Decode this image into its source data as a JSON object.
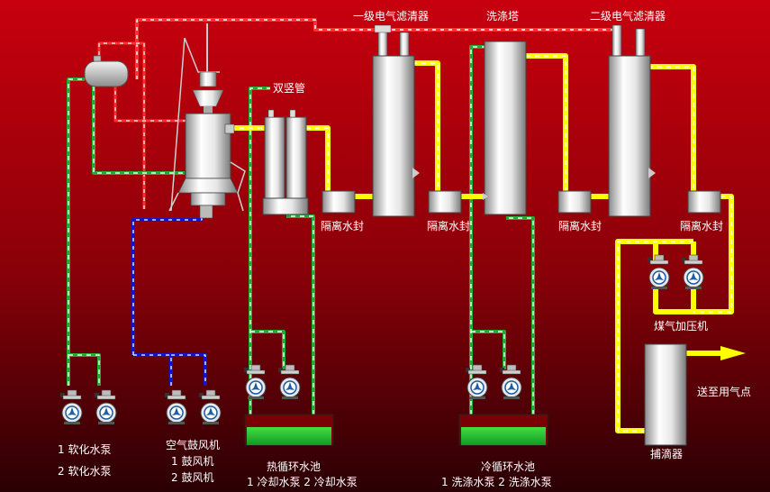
{
  "labels": {
    "primary_filter": "一级电气滤清器",
    "scrubber": "洗涤塔",
    "secondary_filter": "二级电气滤清器",
    "double_riser": "双竖管",
    "water_seal_1": "隔离水封",
    "water_seal_2": "隔离水封",
    "water_seal_3": "隔离水封",
    "water_seal_4": "隔离水封",
    "gas_booster": "煤气加压机",
    "to_gas_point": "送至用气点",
    "mist_catcher": "捕滴器",
    "softwater_pump_1": "1  软化水泵",
    "softwater_pump_2": "2  软化水泵",
    "air_blower": "空气鼓风机",
    "blower_1": "1  鼓风机",
    "blower_2": "2  鼓风机",
    "hot_pool": "热循环水池",
    "hot_pool_pumps": "1  冷却水泵   2  冷却水泵",
    "cold_pool": "冷循环水池",
    "cold_pool_pumps": "1  洗涤水泵   2  洗涤水泵"
  },
  "colors": {
    "bg_top": "#c8000e",
    "bg_bottom": "#2a0004",
    "gas_pipe": "#ffff00",
    "water_pipe": "#22aa33",
    "air_pipe": "#1414c8",
    "red_pipe": "#ff3030",
    "pool_water": "#22c82a",
    "vessel": "#d8d8d8"
  }
}
